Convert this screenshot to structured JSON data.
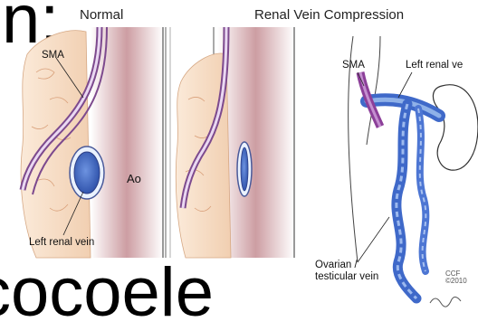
{
  "slide": {
    "fragment_top": "n:",
    "fragment_bottom": "cocoele"
  },
  "panels": {
    "normal": {
      "title": "Normal",
      "labels": {
        "sma": "SMA",
        "aorta": "Ao",
        "left_renal_vein": "Left renal vein"
      }
    },
    "compression": {
      "title": "Renal Vein Compression",
      "labels": {
        "sma": "SMA",
        "left_renal_vein": "Left renal ve",
        "ovarian_line1": "Ovarian /",
        "ovarian_line2": "testicular vein"
      }
    }
  },
  "credit": {
    "line1": "CCF",
    "line2": "©2010"
  },
  "colors": {
    "vein_blue": "#3f69c9",
    "vein_light": "#8fb1e8",
    "artery_purple": "#8c3f99",
    "tissue_pink": "#f3d7bf",
    "aorta_shade": "#c48c92"
  }
}
